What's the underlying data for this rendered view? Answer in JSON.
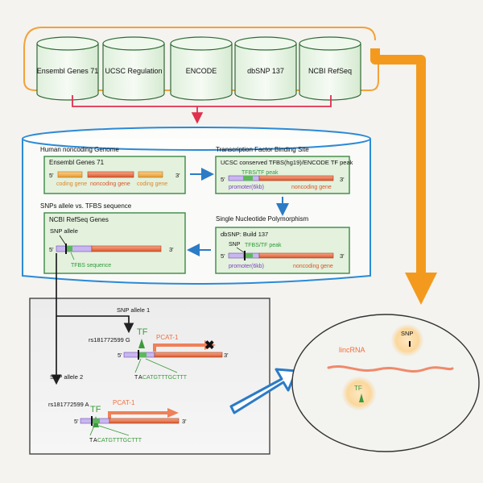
{
  "databases": [
    "Ensembl Genes 71",
    "UCSC Regulation",
    "ENCODE",
    "dbSNP 137",
    "NCBI RefSeq"
  ],
  "panel1": {
    "section": "Human noncoding Genome",
    "title": "Ensembl Genes 71",
    "end5": "5'",
    "end3": "3'",
    "coding1": "coding gene",
    "noncoding": "noncoding gene",
    "coding2": "coding gene"
  },
  "panel2": {
    "section": "Transcription Factor Binding Site",
    "title": "UCSC conserved TFBS(hg19)/ENCODE TF peak",
    "tfbs": "TFBS/TF peak",
    "promoter": "promoter(6kb)",
    "noncoding": "noncoding gene",
    "end5": "5'",
    "end3": "3'"
  },
  "panel3": {
    "section": "Single Nucleotide Polymorphism",
    "title": "dbSNP: Build 137",
    "snp": "SNP",
    "tfbs": "TFBS/TF peak",
    "promoter": "promoter(6kb)",
    "noncoding": "noncoding gene",
    "end5": "5'",
    "end3": "3'"
  },
  "panel4": {
    "section": "SNPs allele vs. TFBS sequence",
    "title": "NCBI RefSeq Genes",
    "snp_allele": "SNP allele",
    "tfbs_seq": "TFBS sequence",
    "end5": "5'",
    "end3": "3'"
  },
  "allele1": {
    "label": "SNP allele 1",
    "rs": "rs181772599 G",
    "tf": "TF",
    "gene": "PCAT-1",
    "seq_t": "T",
    "seq_a": "A",
    "seq_rest": "CATGTTTGCTTT",
    "end5": "5'",
    "end3": "3'"
  },
  "allele2": {
    "label": "SNP allele 2",
    "rs": "rs181772599 A",
    "tf": "TF",
    "gene": "PCAT-1",
    "seq_t": "T",
    "seq_a": "A",
    "seq_rest": "CATGTTTGCTTT",
    "end5": "5'",
    "end3": "3'"
  },
  "result": {
    "lincrna": "lincRNA",
    "snp": "SNP",
    "tf": "TF"
  },
  "colors": {
    "orange": "#f2a23a",
    "red": "#e0304d",
    "blue": "#2b7bc6",
    "green_border": "#3c8a45",
    "green_fill": "#e3f1dd",
    "gene_red": "#e2663c",
    "promoter": "#b8a0e0",
    "tfbs_green": "#5cb85c"
  }
}
